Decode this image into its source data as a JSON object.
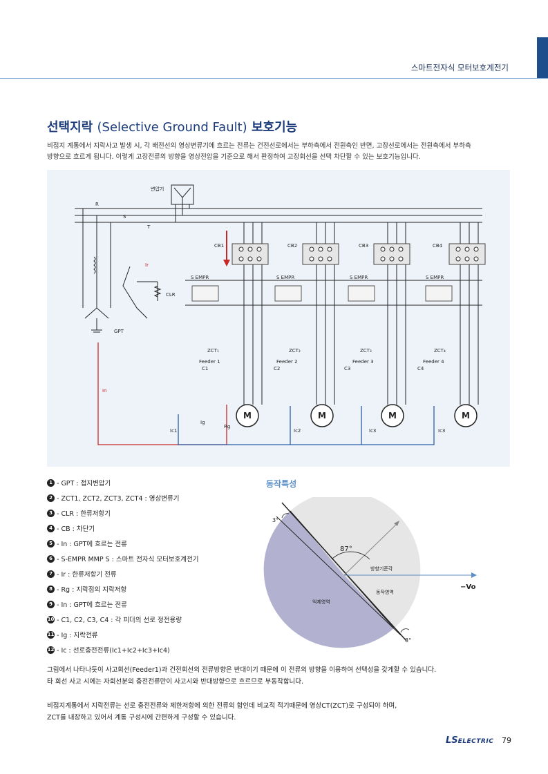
{
  "header": {
    "title": "스마트전자식 모터보호계전기"
  },
  "section": {
    "title_ko1": "선택지락",
    "title_en": "(Selective Ground Fault)",
    "title_ko2": "보호기능",
    "intro_1": "비접지 계통에서 지락사고 발생 시, 각 배전선의 영상변류기에 흐르는 전류는 건전선로에서는 부하측에서 전원측인 반면, 고장선로에서는 전원측에서 부하측",
    "intro_2": "방향으로 흐르게 됩니다. 이렇게 고장전류의 방향을 영상전압을 기준으로 해서 판정하여 고장회선을 선택 차단할 수 있는 보호기능입니다."
  },
  "diagram": {
    "transformer": "변압기",
    "phase_r": "R",
    "phase_s": "S",
    "phase_t": "T",
    "cb": [
      "CB1",
      "CB2",
      "CB3",
      "CB4"
    ],
    "s_empr": "S EMPR",
    "zct": [
      "ZCT₁",
      "ZCT₂",
      "ZCT₃",
      "ZCT₄"
    ],
    "feeder": [
      "Feeder 1",
      "Feeder 2",
      "Feeder 3",
      "Feeder 4"
    ],
    "cap": [
      "C1",
      "C2",
      "C3",
      "C4"
    ],
    "motor": "M",
    "gpt": "GPT",
    "clr": "CLR",
    "ir": "Ir",
    "in": "In",
    "ig": "Ig",
    "rg": "Rg",
    "ic": [
      "Ic1",
      "Ic2",
      "Ic3",
      "Ic3"
    ]
  },
  "legend": [
    {
      "num": "1",
      "text": "- GPT : 접지변압기"
    },
    {
      "num": "2",
      "text": "- ZCT1, ZCT2, ZCT3, ZCT4 : 영상변류기"
    },
    {
      "num": "3",
      "text": "- CLR : 한류저항기"
    },
    {
      "num": "4",
      "text": "- CB : 차단기"
    },
    {
      "num": "5",
      "text": "- In : GPT에 흐르는 전류"
    },
    {
      "num": "6",
      "text": "- S-EMPR MMP S : 스마트 전자식 모터보호계전기"
    },
    {
      "num": "7",
      "text": "- Ir : 한류저항기 전류"
    },
    {
      "num": "8",
      "text": "- Rg : 지락점의 지락저항"
    },
    {
      "num": "9",
      "text": "- In : GPT에 흐르는 전류"
    },
    {
      "num": "10",
      "text": "- C1, C2, C3, C4 : 각 피더의 선로 정전용량"
    },
    {
      "num": "11",
      "text": "- Ig : 지락전류"
    },
    {
      "num": "12",
      "text": "- Ic : 선로충전전류(Ic1+Ic2+Ic3+Ic4)"
    }
  ],
  "characteristic": {
    "title": "동작특성",
    "angle_3_top": "3°",
    "angle_87": "87°",
    "angle_3_bottom": "3°",
    "ref_axis": "방향기준각",
    "vo": "−Vo",
    "operate": "동작영역",
    "restrain": "억제영역"
  },
  "paragraphs": {
    "p1_l1": "그림에서 나타나듯이 사고회선(Feeder1)과 건전회선의 전류방향은 반대이기 때문에 이 전류의 방향을 이용하여 선택성을 갖게할 수 있습니다.",
    "p1_l2": "타 회선 사고 시에는 자회선분의 충전전류만이 사고시와 반대방향으로 흐르므로 부동작합니다.",
    "p2_l1": "비접지계통에서 지락전류는 선로 충전전류와 제한저항에 의한 전류의 합인데 비교적 적기때문에 영상CT(ZCT)로 구성되야 하며,",
    "p2_l2": "ZCT를 내장하고 있어서 계통 구성시에 간편하게 구성할 수 있습니다."
  },
  "footer": {
    "logo_ls": "LS",
    "logo_electric": "ELECTRIC",
    "page": "79"
  }
}
